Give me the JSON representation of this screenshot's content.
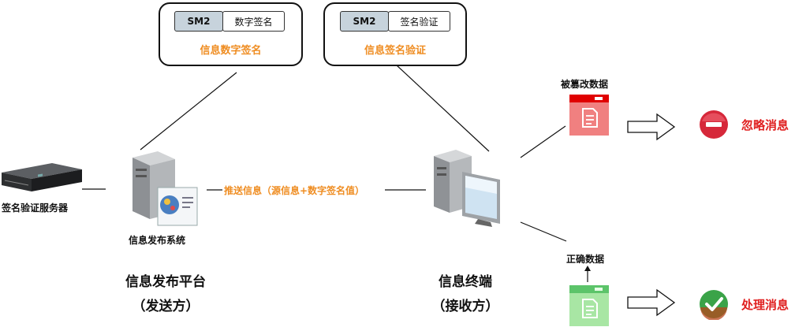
{
  "sign_panel": {
    "algo": "SM2",
    "op": "数字签名",
    "caption": "信息数字签名"
  },
  "verify_panel": {
    "algo": "SM2",
    "op": "签名验证",
    "caption": "信息签名验证"
  },
  "server_label": "签名验证服务器",
  "publisher_label": "信息发布系统",
  "push_label": "推送信息（源信息+数字签名值）",
  "platform_title": "信息发布平台",
  "platform_subtitle": "（发送方）",
  "terminal_title": "信息终端",
  "terminal_subtitle": "（接收方）",
  "tampered_label": "被篡改数据",
  "correct_label": "正确数据",
  "ignore_label": "忽略消息",
  "process_label": "处理消息",
  "colors": {
    "accent": "#ef8d22",
    "error": "#e02020",
    "ok": "#3aa348"
  }
}
